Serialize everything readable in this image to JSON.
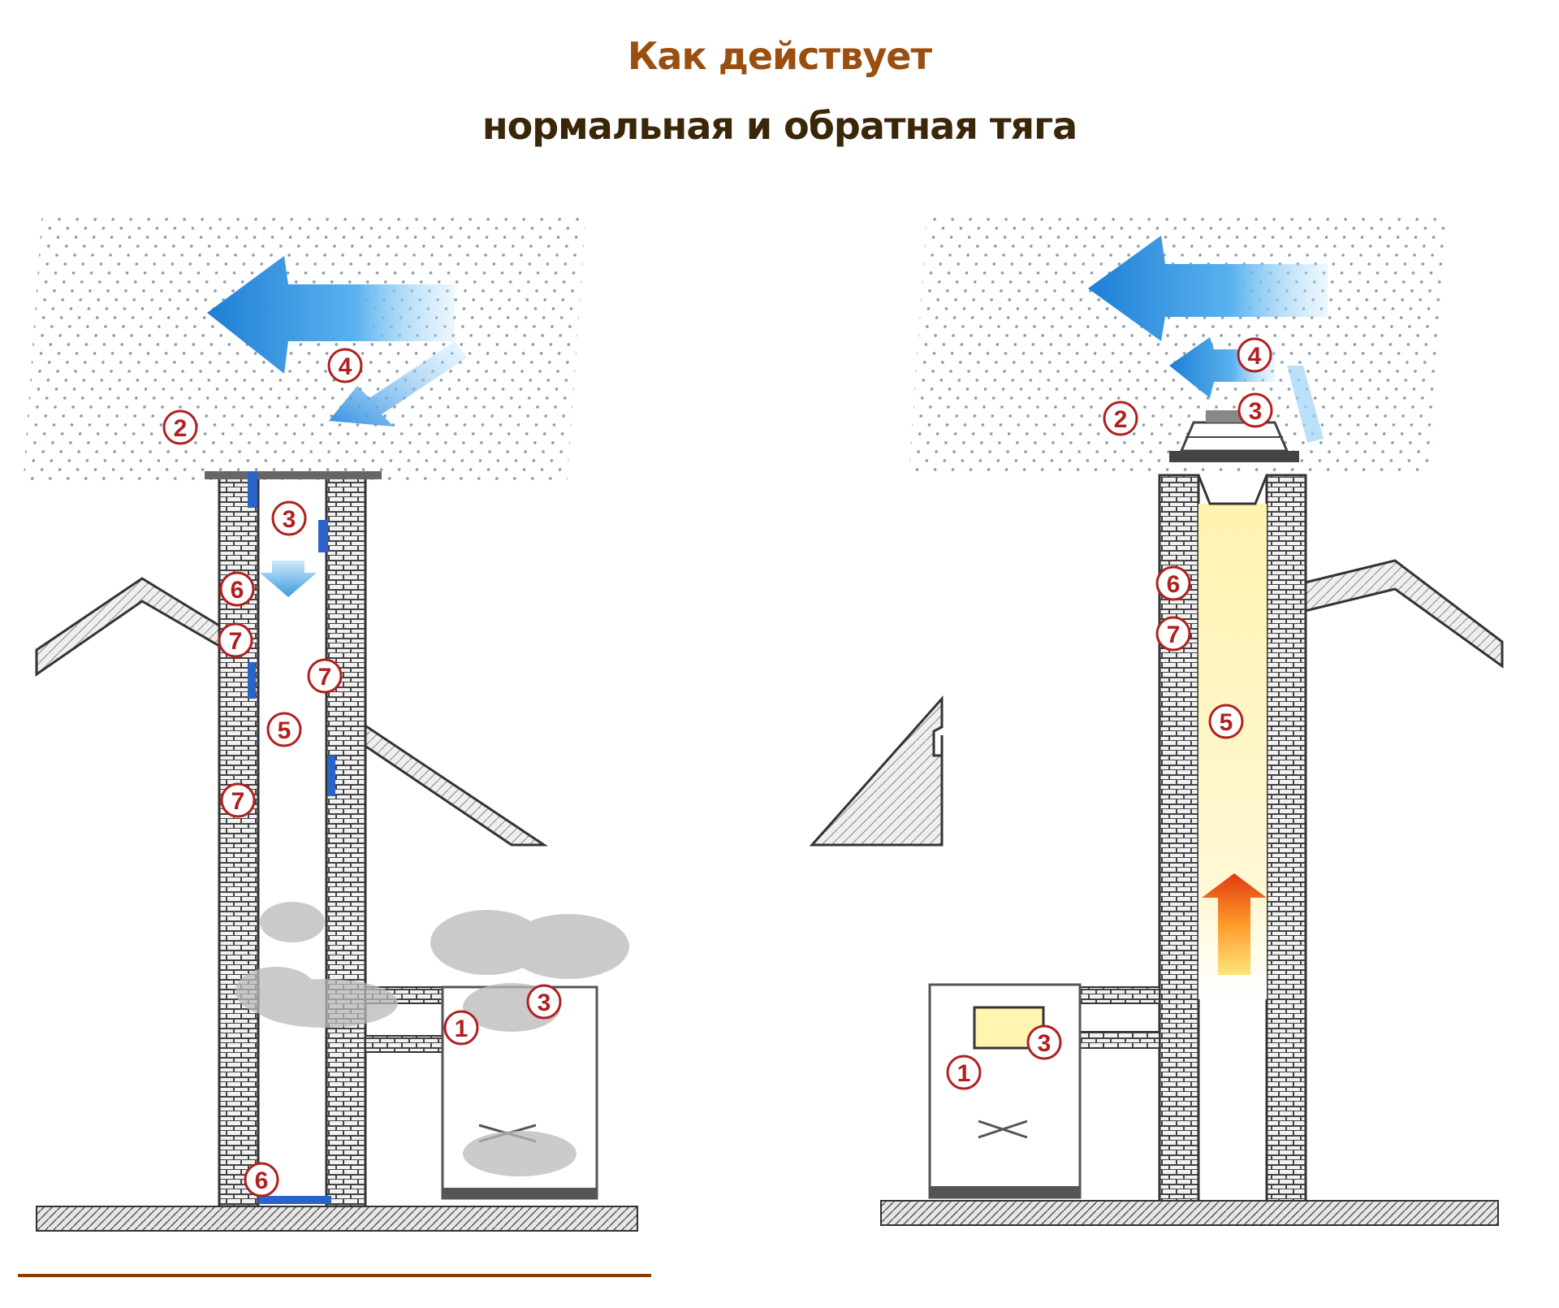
{
  "title": {
    "line1": "Как действует",
    "line2": "нормальная и обратная тяга"
  },
  "colors": {
    "title_accent": "#9a4f10",
    "title_main": "#3a2608",
    "wind_arrow": "#3d9be0",
    "marker": "#b02020",
    "hot_gas": "#fff1a8",
    "underline": "#8a3b00"
  },
  "left_diagram": {
    "markers": [
      "2",
      "4",
      "3",
      "6",
      "7",
      "7",
      "5",
      "7",
      "6",
      "1",
      "3"
    ]
  },
  "right_diagram": {
    "markers": [
      "4",
      "2",
      "3",
      "6",
      "7",
      "5",
      "3",
      "1"
    ]
  }
}
